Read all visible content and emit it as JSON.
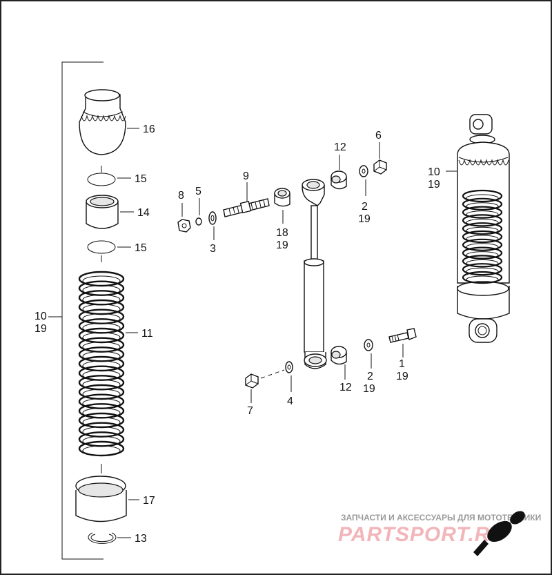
{
  "labels": {
    "p16": "16",
    "p15a": "15",
    "p14": "14",
    "p15b": "15",
    "p11": "11",
    "p17": "17",
    "p13": "13",
    "group_left_a": "10",
    "group_left_b": "19",
    "p8": "8",
    "p5": "5",
    "p3": "3",
    "p9": "9",
    "p18": "18",
    "p18b": "19",
    "p12_top": "12",
    "p6": "6",
    "p2_top": "2",
    "p2_top_b": "19",
    "p10_right": "10",
    "p19_right": "19",
    "p1": "1",
    "p1b": "19",
    "p2_bot": "2",
    "p2_bot_b": "19",
    "p12_bot": "12",
    "p7": "7",
    "p4": "4"
  },
  "watermark": {
    "top_line": "ЗАПЧАСТИ И АКСЕССУАРЫ ДЛЯ МОТОТЕХНИКИ",
    "brand": "PARTSPORT.RU"
  },
  "colors": {
    "ink": "#111111",
    "watermark": "#f2b5b9"
  }
}
